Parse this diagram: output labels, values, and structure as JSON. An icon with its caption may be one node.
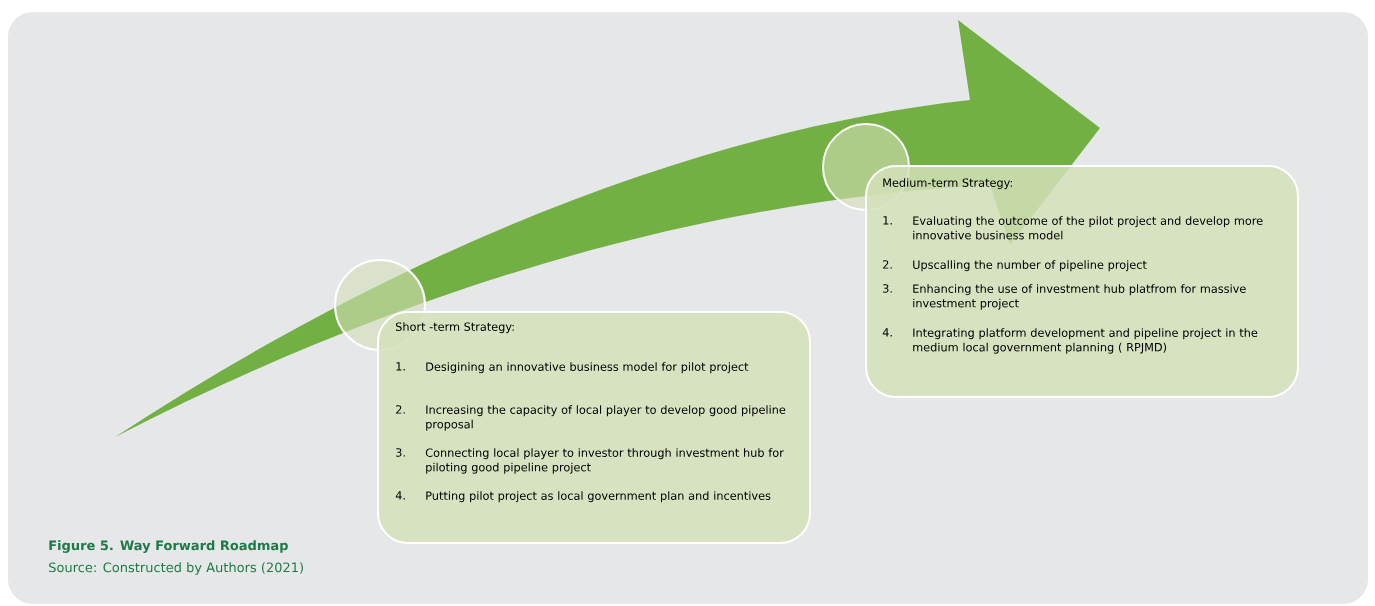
{
  "diagram": {
    "caption": "Figure 5. Way Forward Roadmap",
    "nodes": [
      {
        "text": [],
        "shape": "circle"
      },
      {
        "text": [
          "Short -term Strategy:",
          "1.",
          "Desigining an innovative business model for pilot project",
          "2.",
          "Increasing the capacity of local player to develop good pipeline proposal",
          "3.",
          "Connecting local player to investor through investment hub for piloting good pipeline project",
          "4.",
          "Putting pilot project as local government plan and incentives"
        ]
      },
      {
        "text": [],
        "shape": "circle"
      },
      {
        "text": [
          "Medium-term Strategy:",
          "1.",
          "Evaluating the outcome of the pilot project and develop more innovative business model",
          "2.",
          "Upscalling the number of pipeline project",
          "3.",
          "Enhancing the use of investment hub platfrom for massive investment project",
          "4.",
          "Integrating platform development and pipeline project in the medium local government planning ( RPJMD)"
        ]
      }
    ],
    "labels": [
      "Source: Constructed by Authors (2021)"
    ]
  }
}
